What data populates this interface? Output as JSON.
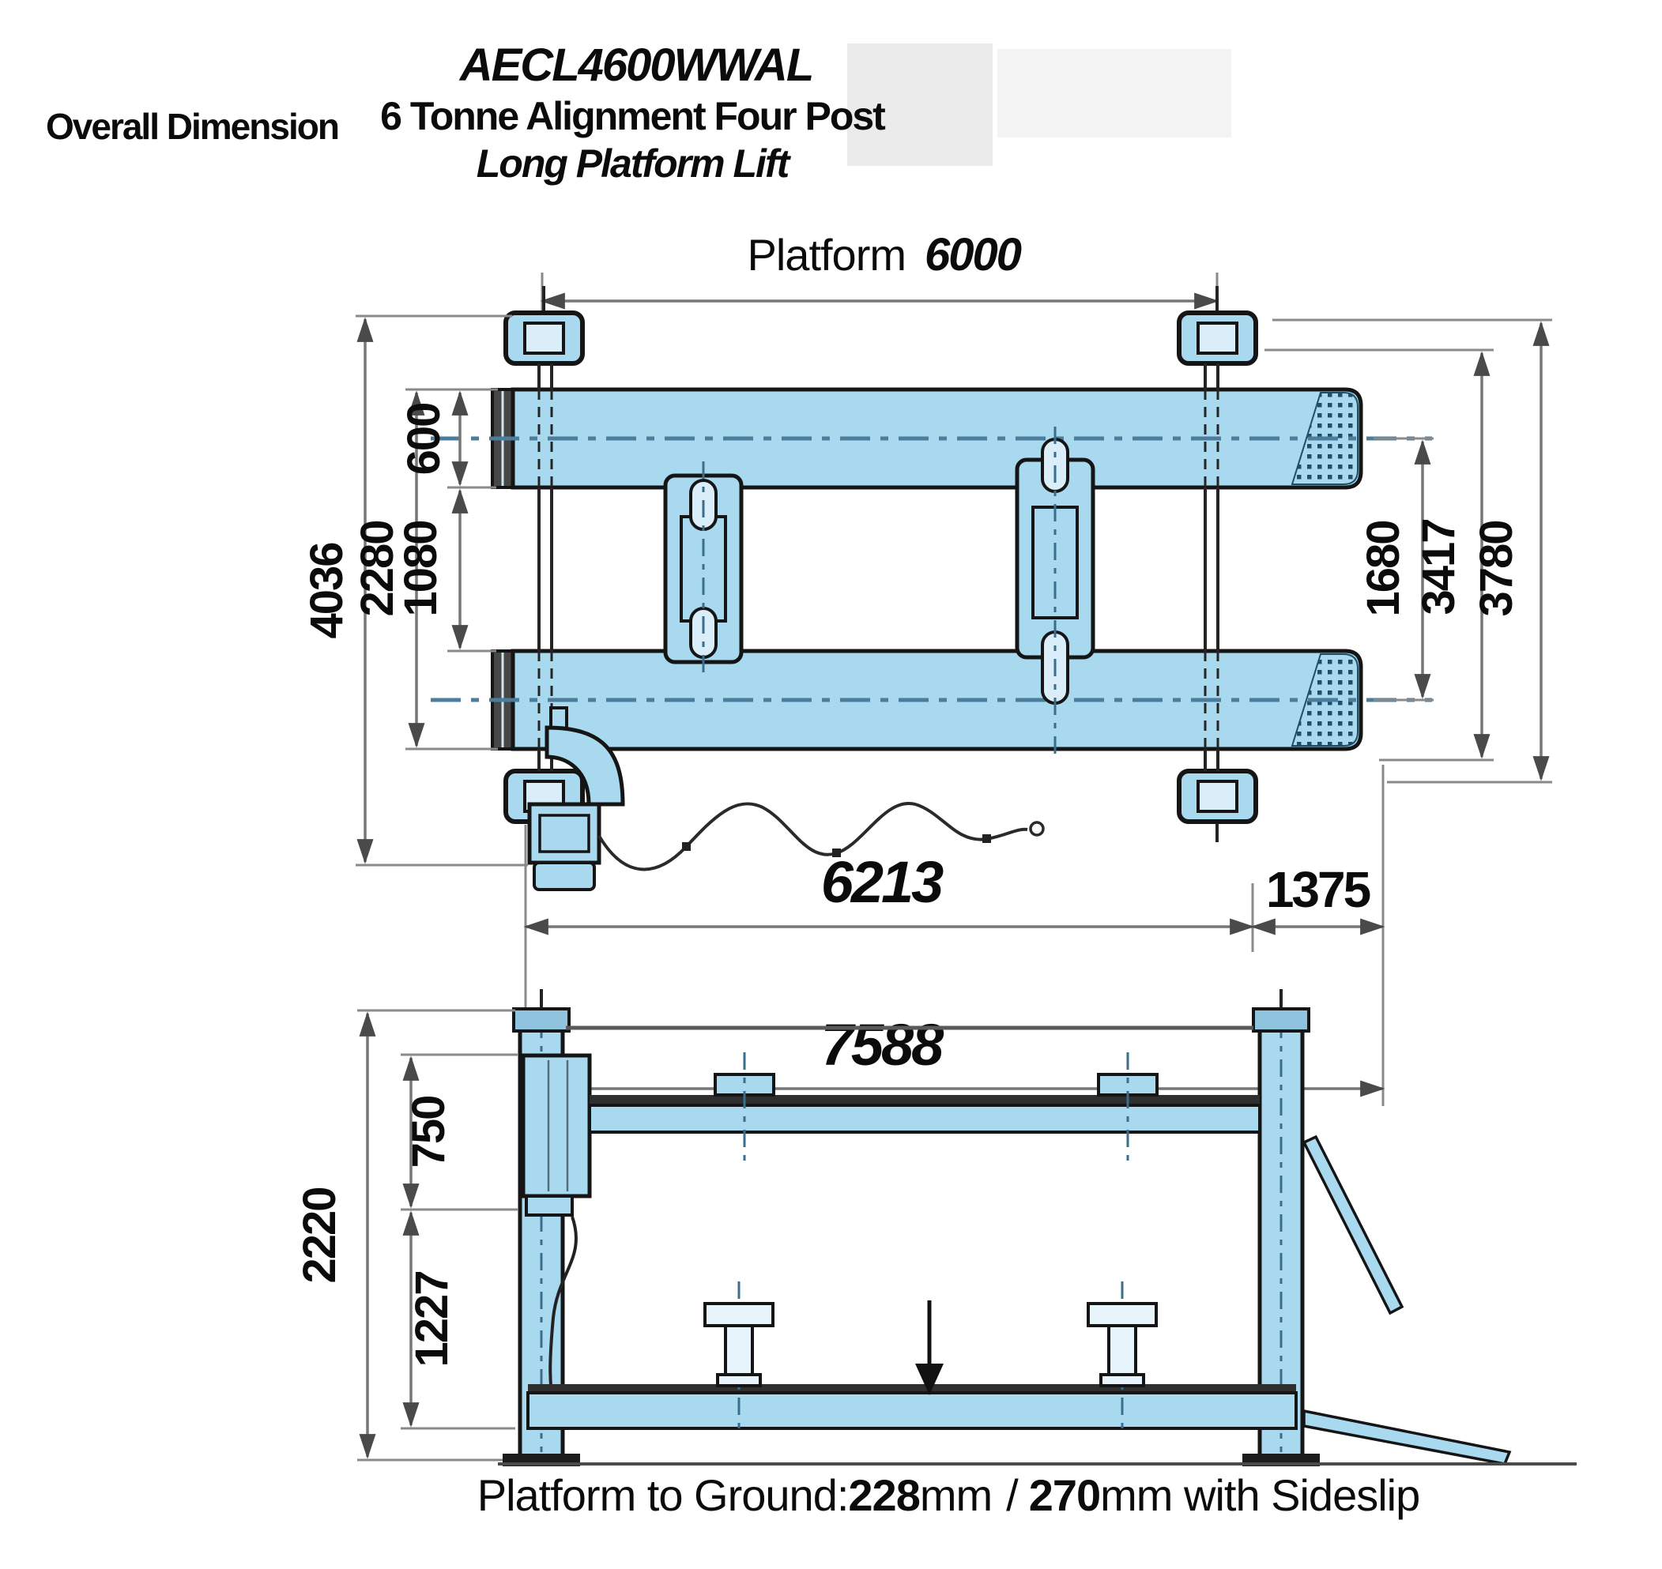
{
  "title": {
    "model": "AECL4600WWAL",
    "subtitle": "6 Tonne Alignment Four Post",
    "variant": "Long Platform Lift"
  },
  "section_label": "Overall Dimension",
  "top_view": {
    "platform_label": "Platform",
    "platform_length": "6000",
    "dims": {
      "overall_width": "4036",
      "runways_outer_width": "2280",
      "runway_gap": "1080",
      "runway_width": "600",
      "runway_center_spacing": "1680",
      "width_inner": "3417",
      "width_outer": "3780",
      "base_length": "6213",
      "ramp_length": "1375",
      "overall_length": "7588"
    }
  },
  "side_view": {
    "dims": {
      "overall_height": "2220",
      "upper_travel": "750",
      "lower_height": "1227"
    },
    "caption": {
      "prefix": "Platform to Ground:",
      "value1": "228",
      "unit1": "mm",
      "separator": "/",
      "value2": "270",
      "suffix": "mm with Sideslip"
    }
  },
  "colors": {
    "steel_fill": "#A9D9EF",
    "steel_light": "#D9EEF9",
    "outline": "#151515",
    "dimension_line": "#777777",
    "centerline": "#4C7D9C",
    "stipple_dot": "#1F4F66"
  }
}
